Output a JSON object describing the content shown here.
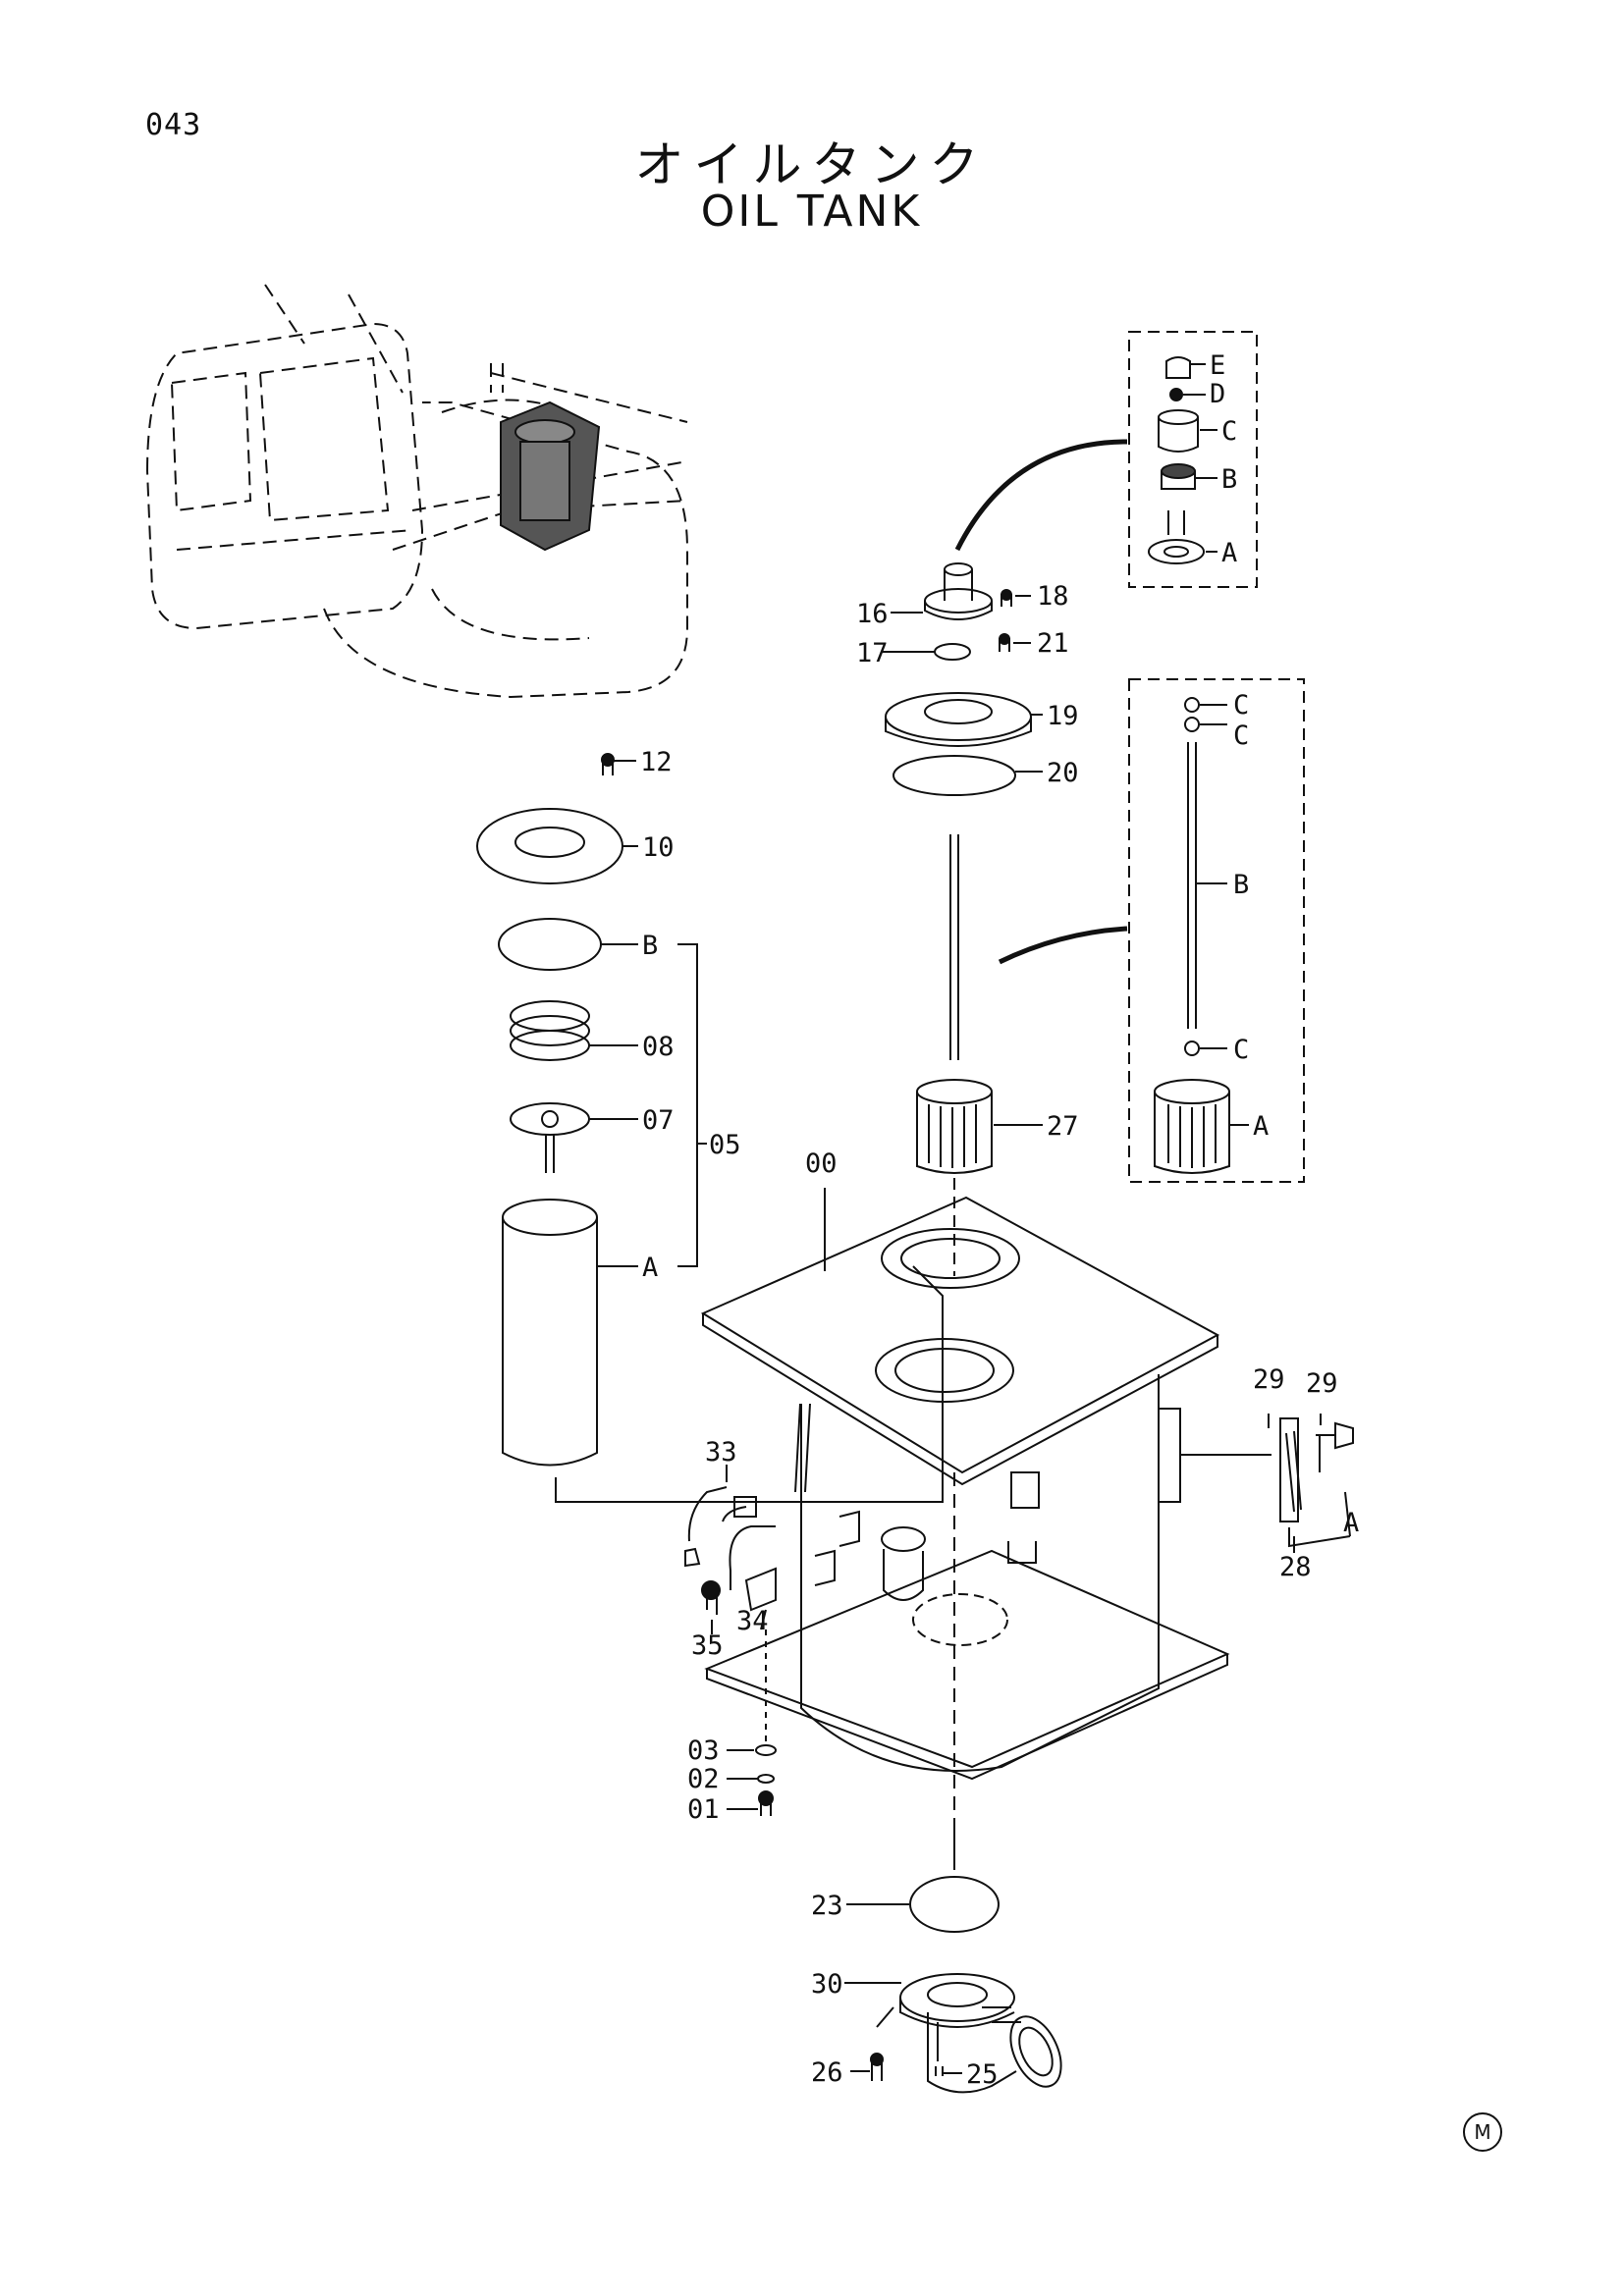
{
  "page_number": "043",
  "title_jp": "オイルタンク",
  "title_en": "OIL  TANK",
  "maker_mark": "M",
  "callouts": {
    "00": "00",
    "01": "01",
    "02": "02",
    "03": "03",
    "05": "05",
    "07": "07",
    "08": "08",
    "10": "10",
    "12": "12",
    "16": "16",
    "17": "17",
    "18": "18",
    "19": "19",
    "20": "20",
    "21": "21",
    "23": "23",
    "25": "25",
    "26": "26",
    "27": "27",
    "28": "28",
    "29a": "29",
    "29b": "29",
    "30": "30",
    "33": "33",
    "34": "34",
    "35": "35",
    "dA": "A",
    "dB": "B",
    "u1E": "E",
    "u1D": "D",
    "u1C": "C",
    "u1B": "B",
    "u1A": "A",
    "u2C1": "C",
    "u2C2": "C",
    "u2B": "B",
    "u2C3": "C",
    "u2A": "A",
    "bA": "A"
  }
}
